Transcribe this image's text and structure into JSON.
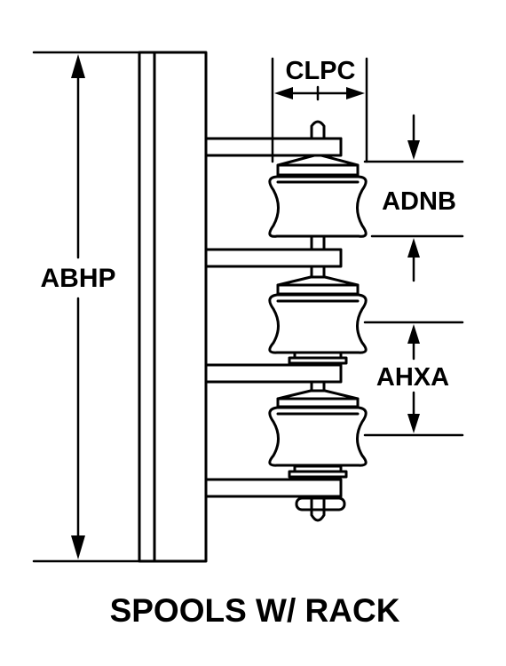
{
  "diagram": {
    "title": "SPOOLS W/ RACK",
    "dimensions": {
      "abhp": "ABHP",
      "clpc": "CLPC",
      "adnb": "ADNB",
      "ahxa": "AHXA"
    }
  }
}
